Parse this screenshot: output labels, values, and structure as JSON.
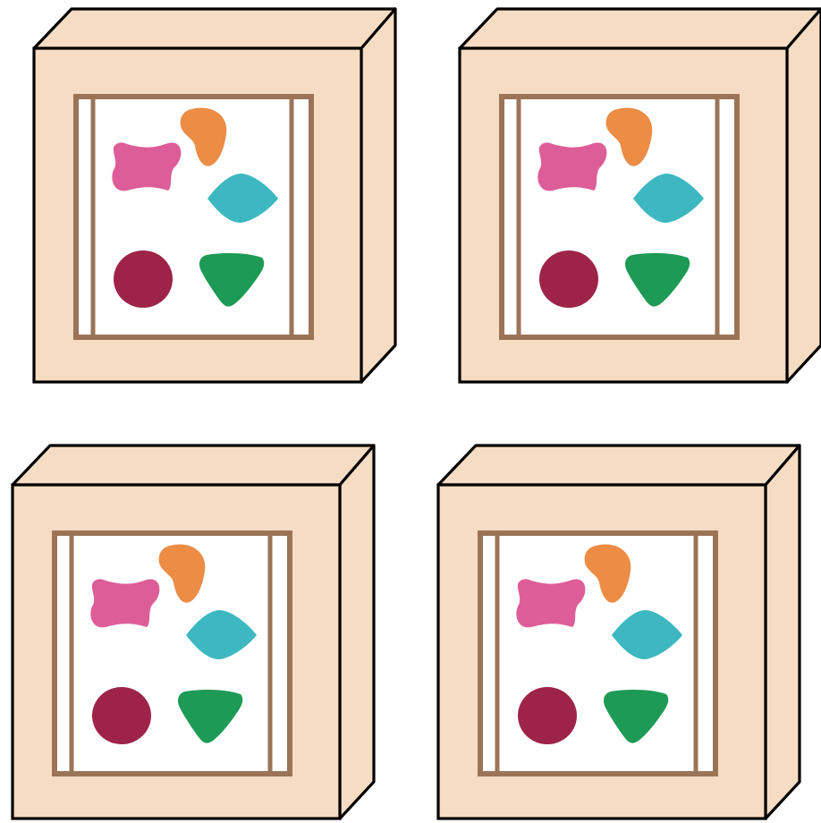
{
  "colors": {
    "box_face": "#f6dcc3",
    "box_outline": "#000000",
    "window_frame": "#9b7458",
    "window_bg": "#ffffff",
    "blob_pink": "#dd5d98",
    "blob_orange": "#ec8c45",
    "diamond_teal": "#3db8c0",
    "circle_maroon": "#9d2448",
    "triangle_green": "#1d9a56"
  },
  "boxes": [
    {
      "name": "top-left",
      "window_bar_side": "left"
    },
    {
      "name": "top-right",
      "window_bar_side": "left"
    },
    {
      "name": "bottom-left",
      "window_bar_side": "right"
    },
    {
      "name": "bottom-right",
      "window_bar_side": "right"
    }
  ],
  "shapes": [
    {
      "kind": "pink-blob",
      "color_key": "blob_pink"
    },
    {
      "kind": "orange-blob",
      "color_key": "blob_orange"
    },
    {
      "kind": "teal-diamond",
      "color_key": "diamond_teal"
    },
    {
      "kind": "maroon-circle",
      "color_key": "circle_maroon"
    },
    {
      "kind": "green-triangle",
      "color_key": "triangle_green"
    }
  ]
}
